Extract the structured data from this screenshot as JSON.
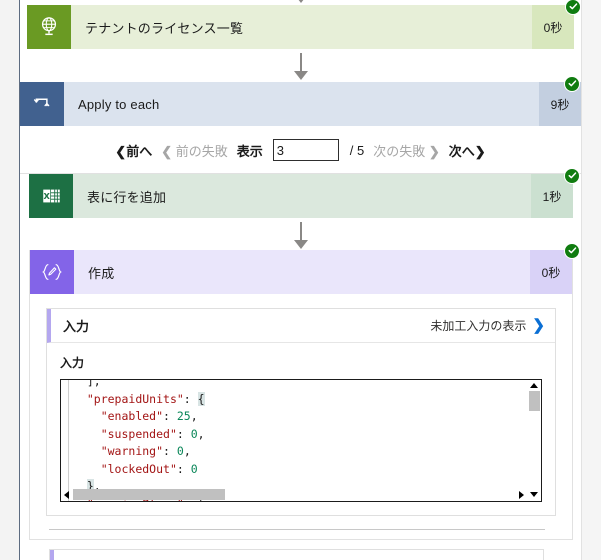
{
  "flow": {
    "steps": [
      {
        "id": "tenant-licenses",
        "name": "テナントのライセンス一覧",
        "duration": "0秒",
        "status": "succeeded",
        "icon": "globe-icon",
        "accent": "#6a9a23"
      },
      {
        "id": "apply-to-each",
        "name": "Apply to each",
        "duration": "9秒",
        "status": "succeeded",
        "icon": "loop-icon",
        "accent": "#41618f"
      },
      {
        "id": "add-row-to-table",
        "name": "表に行を追加",
        "duration": "1秒",
        "status": "succeeded",
        "icon": "excel-icon",
        "accent": "#1d7044"
      },
      {
        "id": "compose",
        "name": "作成",
        "duration": "0秒",
        "status": "succeeded",
        "icon": "compose-icon",
        "accent": "#8364e8"
      }
    ]
  },
  "pager": {
    "previous_label": "前へ",
    "previous_failure_label": "前の失敗",
    "display_label": "表示",
    "current_value": "3",
    "total_label": "/ 5",
    "total_count": "5",
    "next_failure_label": "次の失敗",
    "next_label": "次へ",
    "chevron_left": "❮",
    "chevron_right": "❯"
  },
  "compose_panel": {
    "io_header_title": "入力",
    "raw_link_label": "未加工入力の表示",
    "raw_link_chevron": "❯",
    "section_label": "入力",
    "code_lines": [
      {
        "indent": 2,
        "parts": [
          {
            "t": "],",
            "c": "punct"
          }
        ]
      },
      {
        "indent": 2,
        "parts": [
          {
            "t": "\"prepaidUnits\"",
            "c": "key"
          },
          {
            "t": ": ",
            "c": "punct"
          },
          {
            "t": "{",
            "c": "brace-hl"
          }
        ]
      },
      {
        "indent": 4,
        "parts": [
          {
            "t": "\"enabled\"",
            "c": "key"
          },
          {
            "t": ": ",
            "c": "punct"
          },
          {
            "t": "25",
            "c": "num"
          },
          {
            "t": ",",
            "c": "punct"
          }
        ]
      },
      {
        "indent": 4,
        "parts": [
          {
            "t": "\"suspended\"",
            "c": "key"
          },
          {
            "t": ": ",
            "c": "punct"
          },
          {
            "t": "0",
            "c": "num"
          },
          {
            "t": ",",
            "c": "punct"
          }
        ]
      },
      {
        "indent": 4,
        "parts": [
          {
            "t": "\"warning\"",
            "c": "key"
          },
          {
            "t": ": ",
            "c": "punct"
          },
          {
            "t": "0",
            "c": "num"
          },
          {
            "t": ",",
            "c": "punct"
          }
        ]
      },
      {
        "indent": 4,
        "parts": [
          {
            "t": "\"lockedOut\"",
            "c": "key"
          },
          {
            "t": ": ",
            "c": "punct"
          },
          {
            "t": "0",
            "c": "num"
          }
        ]
      },
      {
        "indent": 2,
        "parts": [
          {
            "t": "}",
            "c": "brace-hl"
          },
          {
            "t": ",",
            "c": "punct"
          }
        ]
      },
      {
        "indent": 2,
        "parts": [
          {
            "t": "\"servicePlans\"",
            "c": "key"
          },
          {
            "t": ": ",
            "c": "punct"
          },
          {
            "t": "[",
            "c": "punct"
          }
        ]
      }
    ]
  },
  "colors": {
    "success_badge": "#107c10",
    "link_blue": "#0b6fd4",
    "connector": "#8a8886",
    "compose_accent": "#8364e8",
    "apply_accent": "#41618f"
  }
}
